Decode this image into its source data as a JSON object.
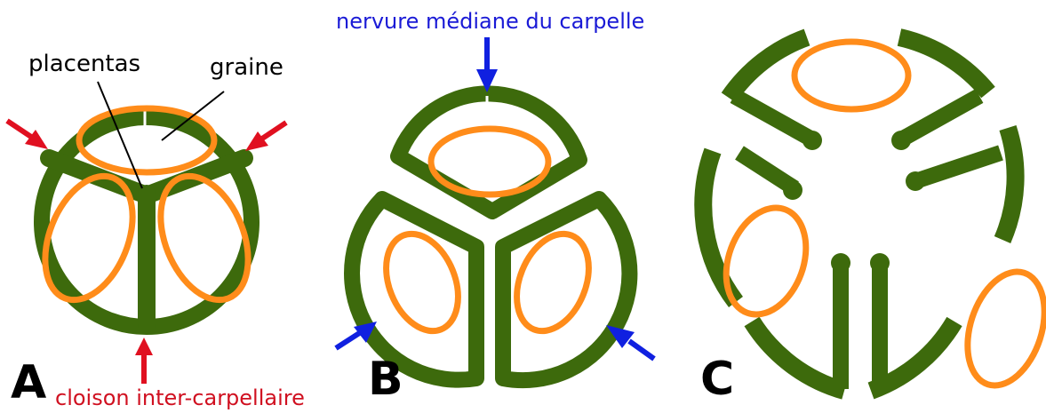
{
  "labels": {
    "placentas": "placentas",
    "graine": "graine",
    "nervure": "nervure médiane du carpelle",
    "cloison": "cloison inter-carpellaire"
  },
  "panels": {
    "a": "A",
    "b": "B",
    "c": "C"
  },
  "colors": {
    "wall": "#3d6a0c",
    "seed": "#ff8c1a",
    "red_arrow": "#e01020",
    "blue_arrow": "#1020e0",
    "text": "#000000",
    "blue_text": "#1a1ad6",
    "red_text": "#d01020"
  }
}
